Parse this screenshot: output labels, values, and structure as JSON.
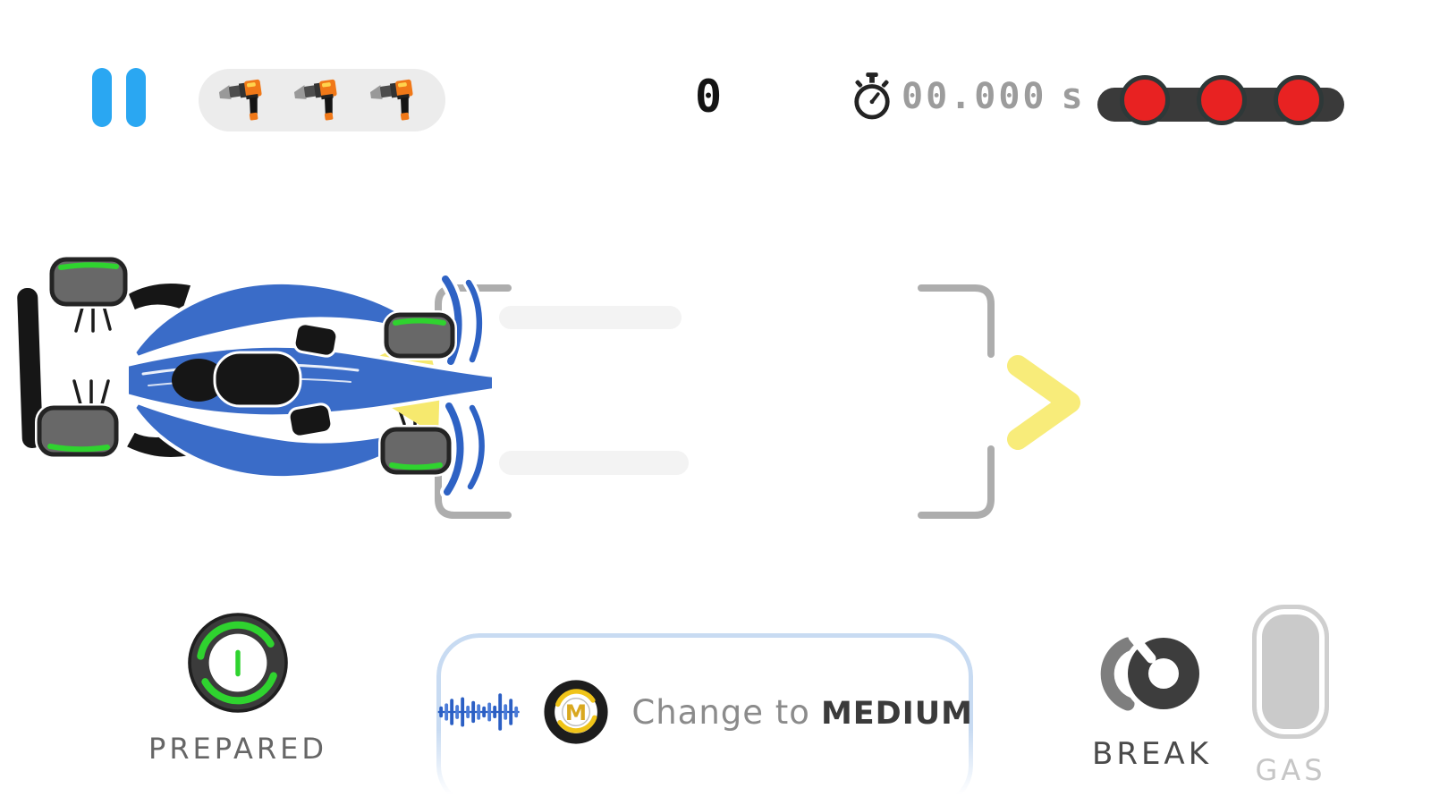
{
  "hud": {
    "pause_button": {
      "icon": "pause-icon"
    },
    "wheel_gun_tray": {
      "gun_count": 3,
      "gun_icon": "wheel-gun-icon"
    },
    "pitstop_counter": {
      "value": "0"
    },
    "timer": {
      "icon": "stopwatch-icon",
      "value": "00.000",
      "unit": "s"
    },
    "start_lights": {
      "lights_on": 3,
      "light_color": "#e82222",
      "bar_color": "#3a3a3a"
    }
  },
  "scene": {
    "car": {
      "body_color": "#3a6cc8",
      "tire_stripe_color": "#2fd32f",
      "accent_color": "#f6e96e"
    },
    "pit_box": {
      "marker_color": "#adadad"
    },
    "chevron": {
      "symbol": ">",
      "color": "#f8ec7a"
    }
  },
  "radio": {
    "prefix": "Change to",
    "compound": "MEDIUM",
    "tire_letter": "M",
    "tire_ring_color": "#f0c419"
  },
  "controls": {
    "tire_status_label": "PREPARED",
    "brake_label": "BREAK",
    "gas_label": "GAS"
  }
}
